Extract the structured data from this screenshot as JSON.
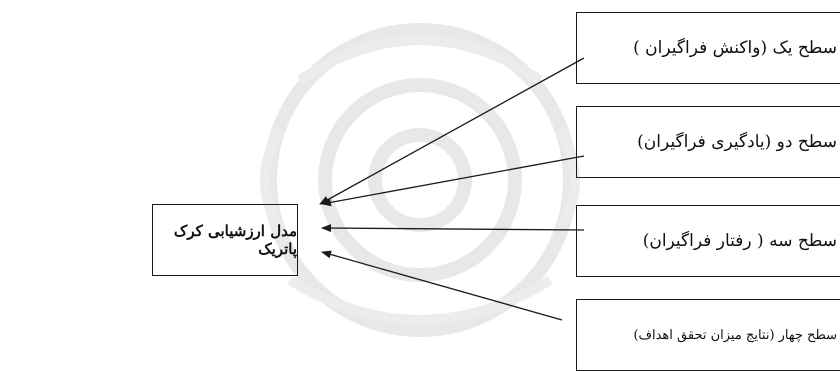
{
  "diagram": {
    "center": {
      "label": "مدل ارزشیابی کرک پاتریک"
    },
    "levels": [
      {
        "label": "سطح یک (واکنش فراگیران )"
      },
      {
        "label": "سطح دو (یادگیری فراگیران)"
      },
      {
        "label": "سطح سه ( رفتار فراگیران)"
      },
      {
        "label": "سطح چهار (نتایج میزان تحقق اهداف)"
      }
    ]
  },
  "colors": {
    "line": "#1a1a1a",
    "watermark": "#e4e4e4"
  }
}
